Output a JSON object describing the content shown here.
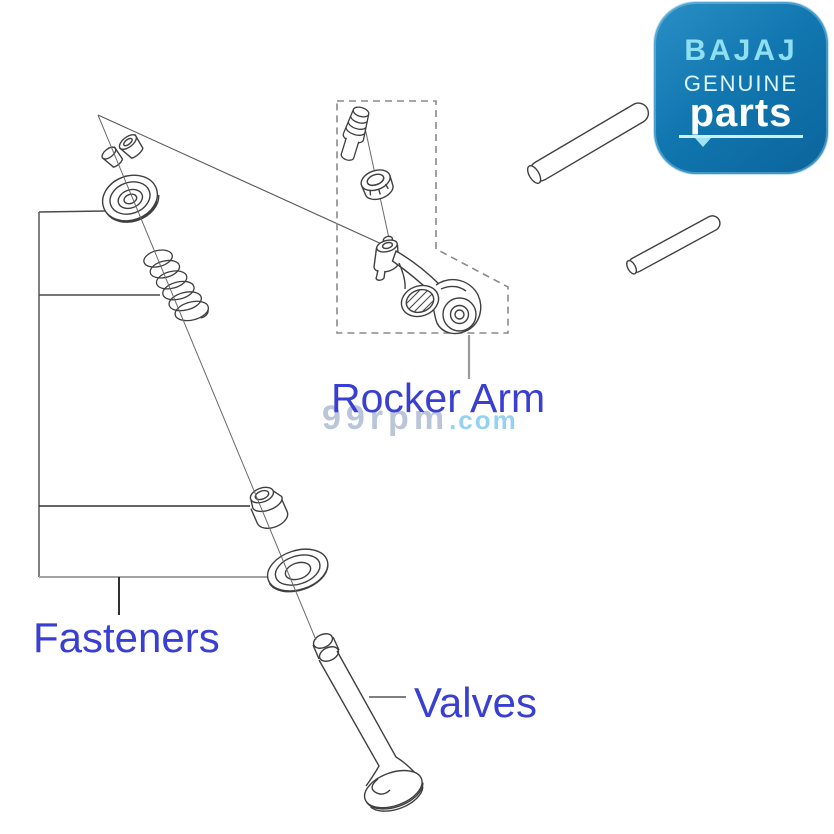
{
  "logo": {
    "brand": "BAJAJ",
    "genuine": "GENUINE",
    "parts": "parts",
    "colors": {
      "body_blue": "#1176af",
      "brand_text": "#8edff2",
      "genuine_text": "#ddf4fb",
      "parts_text": "#ffffff"
    }
  },
  "labels": {
    "rocker_arm": "Rocker Arm",
    "fasteners": "Fasteners",
    "valves": "Valves",
    "color": "#383fd2"
  },
  "watermark": {
    "site": "99rpm",
    "tld": ".com"
  },
  "diagram": {
    "type": "exploded parts line drawing",
    "groups": [
      {
        "name": "fasteners-group",
        "parts": [
          "valve cotters",
          "spring retainer",
          "valve spring",
          "valve stem seal",
          "spring seat"
        ]
      },
      {
        "name": "rocker-arm-group",
        "parts": [
          "adjuster screw",
          "adjuster nut",
          "rocker arm"
        ],
        "enclosure": "dashed outline box"
      },
      {
        "name": "valves-group",
        "parts": [
          "valve"
        ]
      },
      {
        "name": "shafts",
        "parts": [
          "rocker shaft long",
          "rocker shaft short"
        ]
      }
    ],
    "line_color": "#3f3f3f"
  }
}
